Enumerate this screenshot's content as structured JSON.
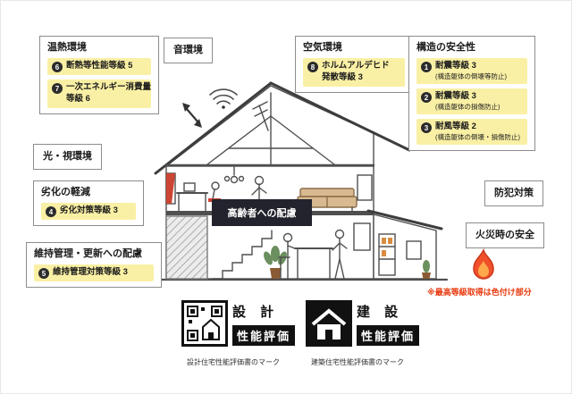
{
  "thermal": {
    "title": "温熱環境",
    "item1_num": "6",
    "item1_text": "断熱等性能等級 5",
    "item2_num": "7",
    "item2_line1": "一次エネルギー消費量",
    "item2_line2": "等級 6"
  },
  "sound": {
    "title": "音環境"
  },
  "air": {
    "title": "空気環境",
    "item1_num": "8",
    "item1_line1": "ホルムアルデヒド",
    "item1_line2": "発散等級 3"
  },
  "structure": {
    "title": "構造の安全性",
    "item1_num": "1",
    "item1_text": "耐震等級 3",
    "item1_sub": "(構造躯体の倒壊等防止)",
    "item2_num": "2",
    "item2_text": "耐震等級 3",
    "item2_sub": "(構造躯体の損傷防止)",
    "item3_num": "3",
    "item3_text": "耐風等級 2",
    "item3_sub": "(構造躯体の倒壊・損傷防止)"
  },
  "light": {
    "title": "光・視環境"
  },
  "deterioration": {
    "title": "劣化の軽減",
    "item1_num": "4",
    "item1_text": "劣化対策等級 3"
  },
  "maintenance": {
    "title": "維持管理・更新への配慮",
    "item1_num": "5",
    "item1_text": "維持管理対策等級 3"
  },
  "elderly": {
    "title": "高齢者への配慮"
  },
  "security": {
    "title": "防犯対策"
  },
  "fire": {
    "title": "火災時の安全"
  },
  "note": "※最高等級取得は色付け部分",
  "marks": {
    "design": {
      "kanji": "設 計",
      "label": "性能評価",
      "caption": "設計住宅性能評価書のマーク"
    },
    "construction": {
      "kanji": "建 設",
      "label": "性能評価",
      "caption": "建築住宅性能評価書のマーク"
    }
  },
  "colors": {
    "highlight_yellow": "#FAF0A5",
    "note_red": "#E8380D",
    "dark_box": "#23232D",
    "flame_orange": "#F0502A",
    "flame_inner": "#FFA94D"
  }
}
